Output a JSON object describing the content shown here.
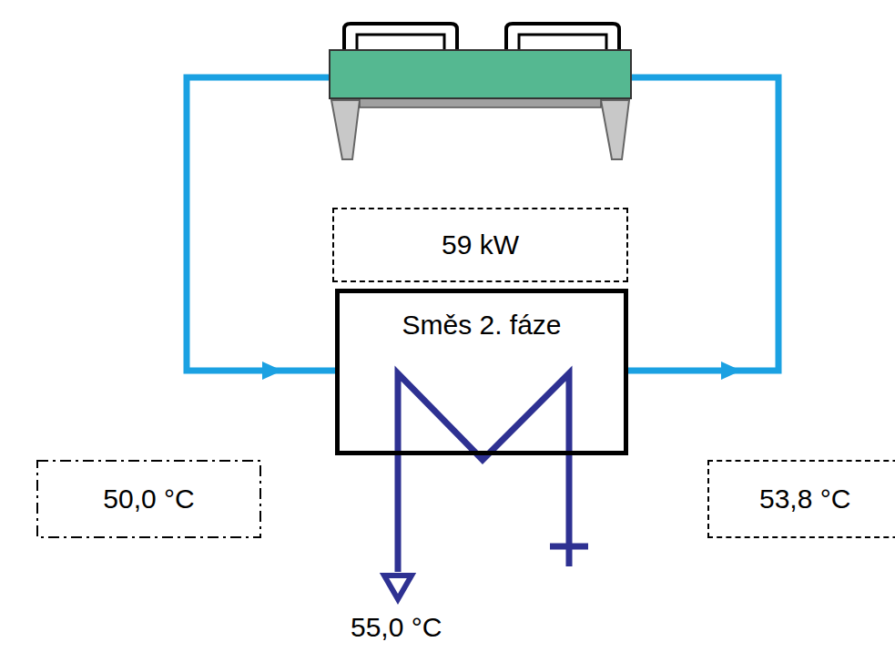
{
  "diagram": {
    "nodes": [
      {
        "text": [
          "59 kW"
        ]
      },
      {
        "text": [
          "Směs 2. fáze"
        ]
      },
      {
        "text": [
          "50,0 °C"
        ]
      },
      {
        "text": [
          "53,8 °C"
        ]
      }
    ],
    "labels": [
      "55,0 °C"
    ]
  }
}
